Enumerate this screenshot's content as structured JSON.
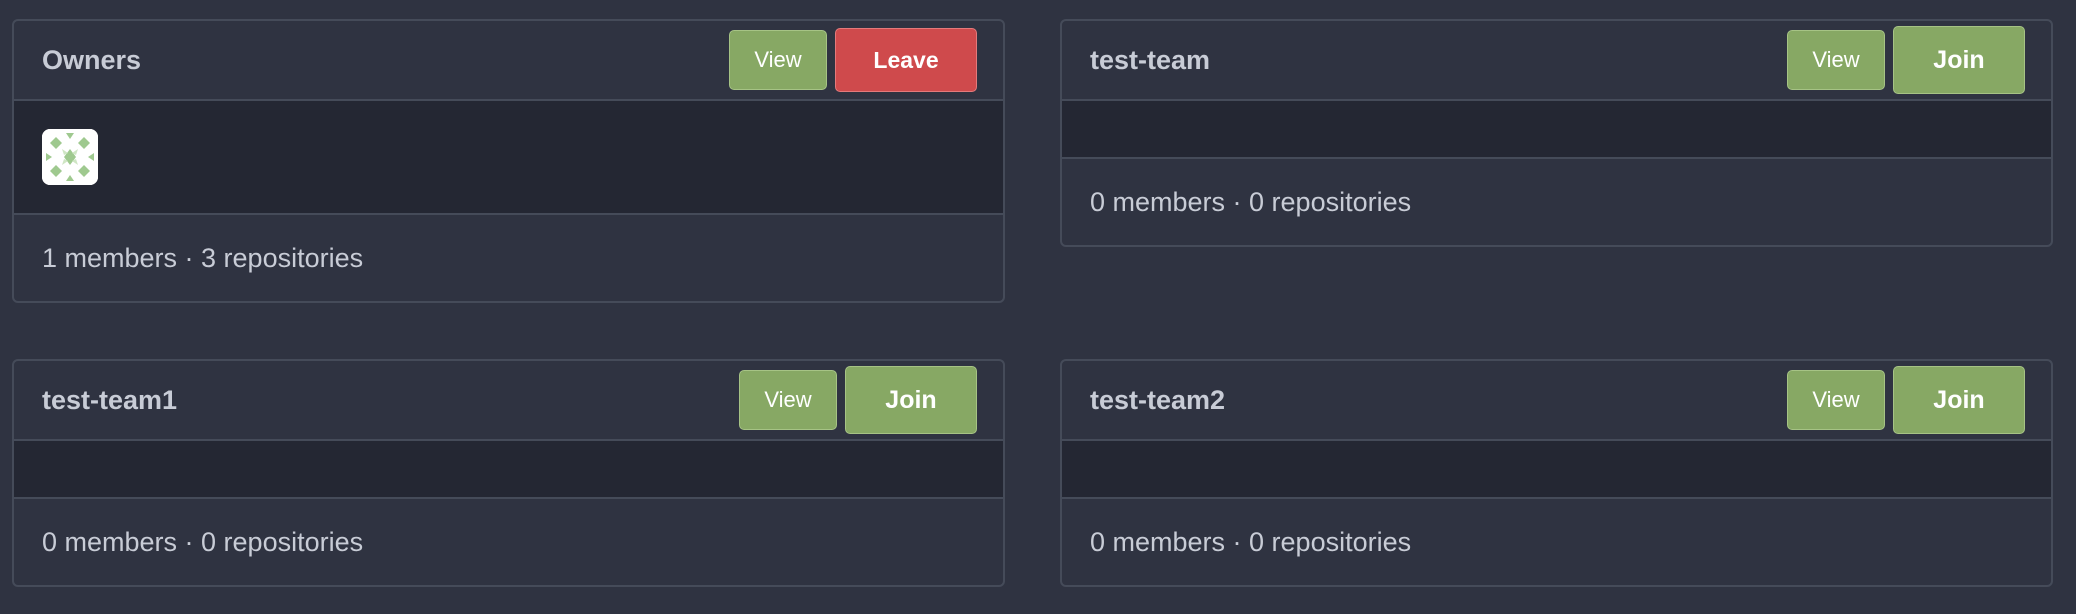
{
  "teams": [
    {
      "name": "Owners",
      "view_label": "View",
      "action_label": "Leave",
      "stats": "1 members · 3 repositories"
    },
    {
      "name": "test-team",
      "view_label": "View",
      "action_label": "Join",
      "stats": "0 members · 0 repositories"
    },
    {
      "name": "test-team1",
      "view_label": "View",
      "action_label": "Join",
      "stats": "0 members · 0 repositories"
    },
    {
      "name": "test-team2",
      "view_label": "View",
      "action_label": "Join",
      "stats": "0 members · 0 repositories"
    }
  ],
  "colors": {
    "page_bg": "#2f3341",
    "members_bg": "#242733",
    "border": "#454b59",
    "view_button": "#87a864",
    "join_button": "#87a864",
    "leave_button": "#cf4a4c"
  },
  "avatar_icon": "identicon-avatar"
}
